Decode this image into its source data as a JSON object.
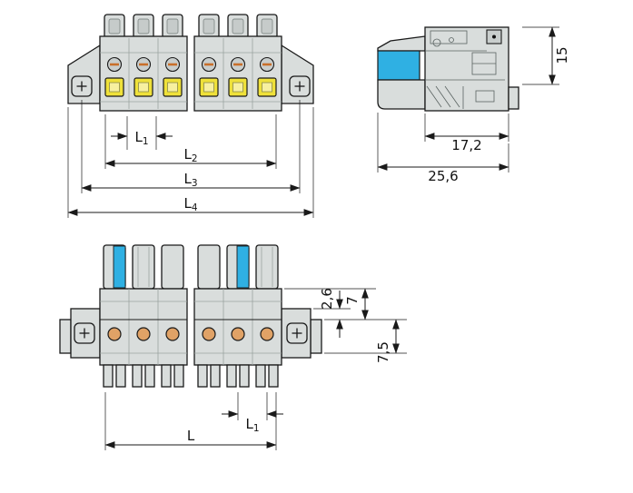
{
  "colors": {
    "blue": "#2fb0e3",
    "yellow": "#efe13a",
    "yellow_inner": "#f7f0a0",
    "orange": "#e0a266",
    "slot_orange": "#c96f2a",
    "body_gray": "#d9dddc"
  },
  "front_view": {
    "dims": {
      "l1": {
        "base": "L",
        "sub": "1"
      },
      "l2": {
        "base": "L",
        "sub": "2"
      },
      "l3": {
        "base": "L",
        "sub": "3"
      },
      "l4": {
        "base": "L",
        "sub": "4"
      }
    }
  },
  "side_view": {
    "dims": {
      "height": "15",
      "front_depth": "17,2",
      "total_depth": "25,6"
    }
  },
  "bottom_view": {
    "dims": {
      "offset": "2,6",
      "depth_upper": "7",
      "depth_lower": "7,5",
      "pitch": {
        "base": "L",
        "sub": "1"
      },
      "length": "L"
    }
  }
}
